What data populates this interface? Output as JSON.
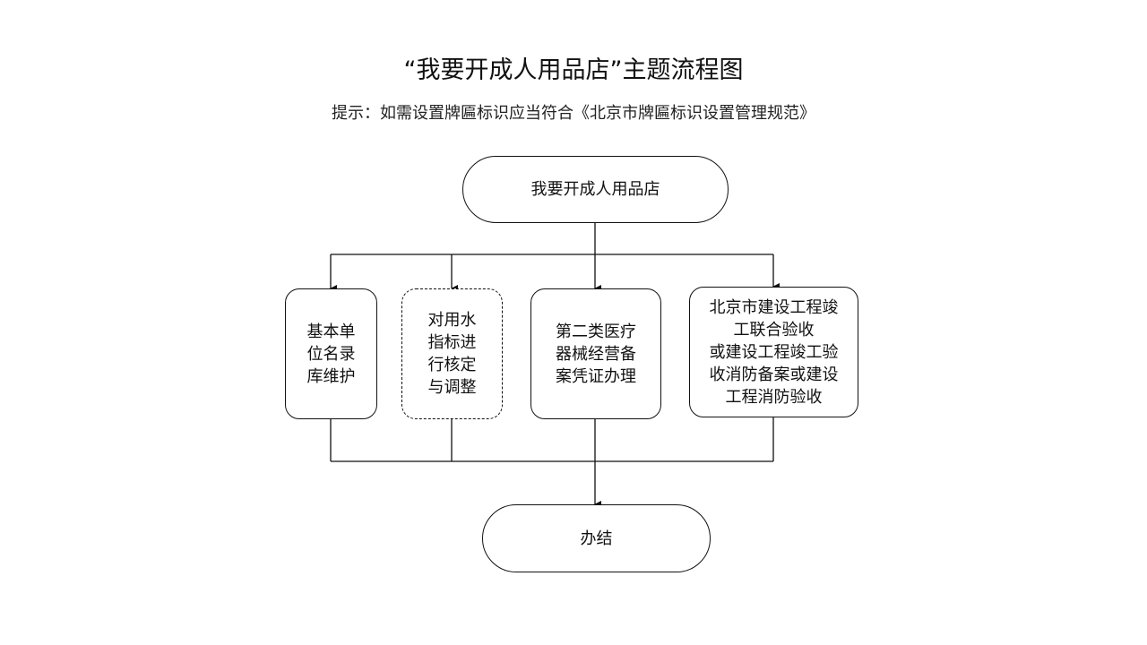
{
  "title": "“我要开成人用品店”主题流程图",
  "hint": "提示：如需设置牌匾标识应当符合《北京市牌匾标识设置管理规范》",
  "start": "我要开成人用品店",
  "steps": [
    {
      "label": "基本单\n位名录\n库维护",
      "style": "solid"
    },
    {
      "label": "对用水\n指标进\n行核定\n与调整",
      "style": "dashed"
    },
    {
      "label": "第二类医疗\n器械经营备\n案凭证办理",
      "style": "solid"
    },
    {
      "label": "北京市建设工程竣\n工联合验收\n或建设工程竣工验\n收消防备案或建设\n工程消防验收",
      "style": "solid"
    }
  ],
  "end": "办结"
}
